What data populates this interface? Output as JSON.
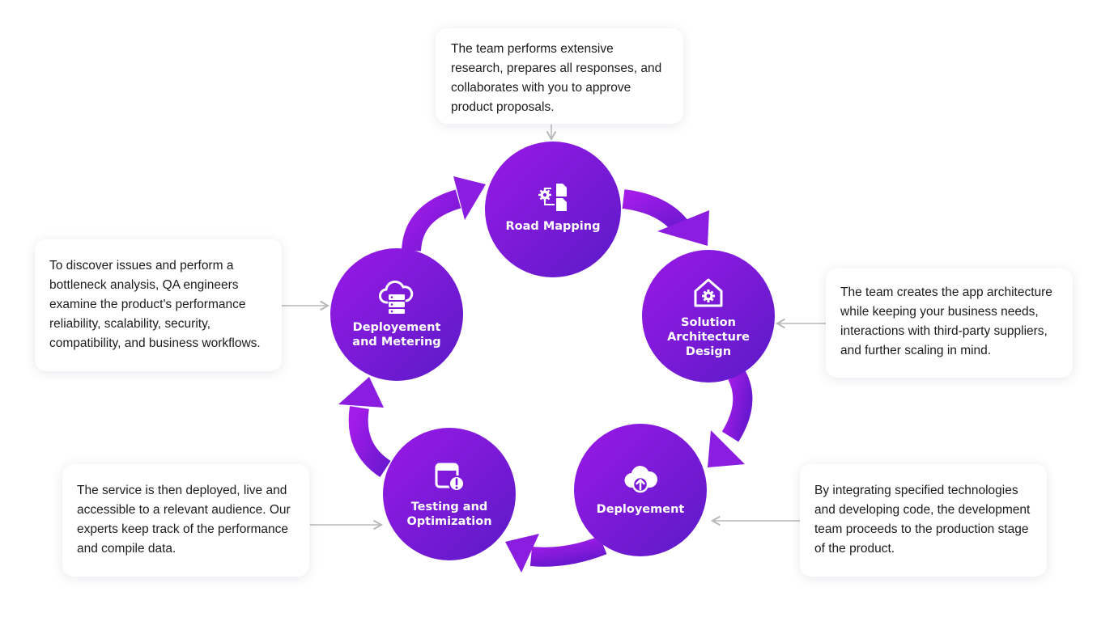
{
  "colors": {
    "circle_start": "#9a19e6",
    "circle_end": "#5b1ac8",
    "arrow": "#8c1ee0",
    "connector": "#b8b8b8"
  },
  "stages": [
    {
      "id": "road-mapping",
      "label": "Road Mapping",
      "icon": "gear-documents-icon",
      "description": "The team performs extensive research, prepares all responses, and collaborates with you to approve product proposals."
    },
    {
      "id": "solution-architecture-design",
      "label": "Solution\nArchitecture\nDesign",
      "icon": "house-gear-icon",
      "description": "The team creates the app architecture while keeping your business needs, interactions with third-party suppliers, and further scaling in mind."
    },
    {
      "id": "deployement",
      "label": "Deployement",
      "icon": "cloud-upload-icon",
      "description": "By integrating specified technologies and developing code, the development team proceeds to the production stage of the product."
    },
    {
      "id": "testing-and-optimization",
      "label": "Testing and\nOptimization",
      "icon": "calendar-alert-icon",
      "description": "The service is then deployed, live and accessible to a relevant audience. Our experts keep track of the performance and compile data."
    },
    {
      "id": "deployement-and-metering",
      "label": "Deployement\nand Metering",
      "icon": "cloud-server-icon",
      "description": "To discover issues and perform a bottleneck analysis, QA engineers examine the product's performance reliability, scalability, security, compatibility, and business workflows."
    }
  ]
}
